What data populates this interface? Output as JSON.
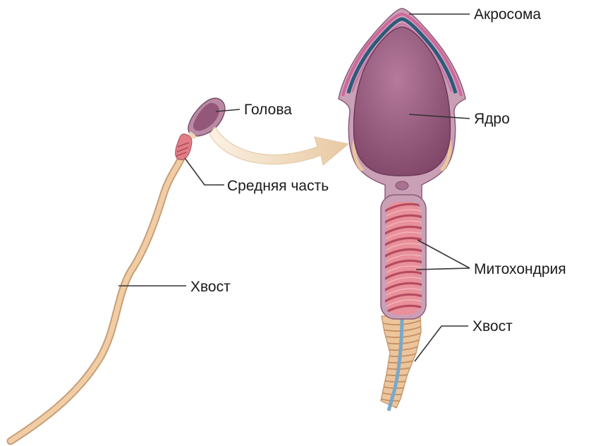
{
  "labels": {
    "head": "Голова",
    "midpiece": "Средняя часть",
    "tail_left": "Хвост",
    "acrosome": "Акросома",
    "nucleus": "Ядро",
    "mitochondria": "Митохондрия",
    "tail_right": "Хвост"
  },
  "colors": {
    "tail": "#ecc59c",
    "tail_outline": "#c89e75",
    "head_outer": "#b98aa4",
    "nucleus": "#9b5f82",
    "acrosome_pink": "#d0679a",
    "acrosome_blue": "#2c5a7a",
    "mitochondria": "#d06a78",
    "axoneme": "#7aa8c8",
    "arrow": "#f0d9b8",
    "leader": "#333333"
  }
}
